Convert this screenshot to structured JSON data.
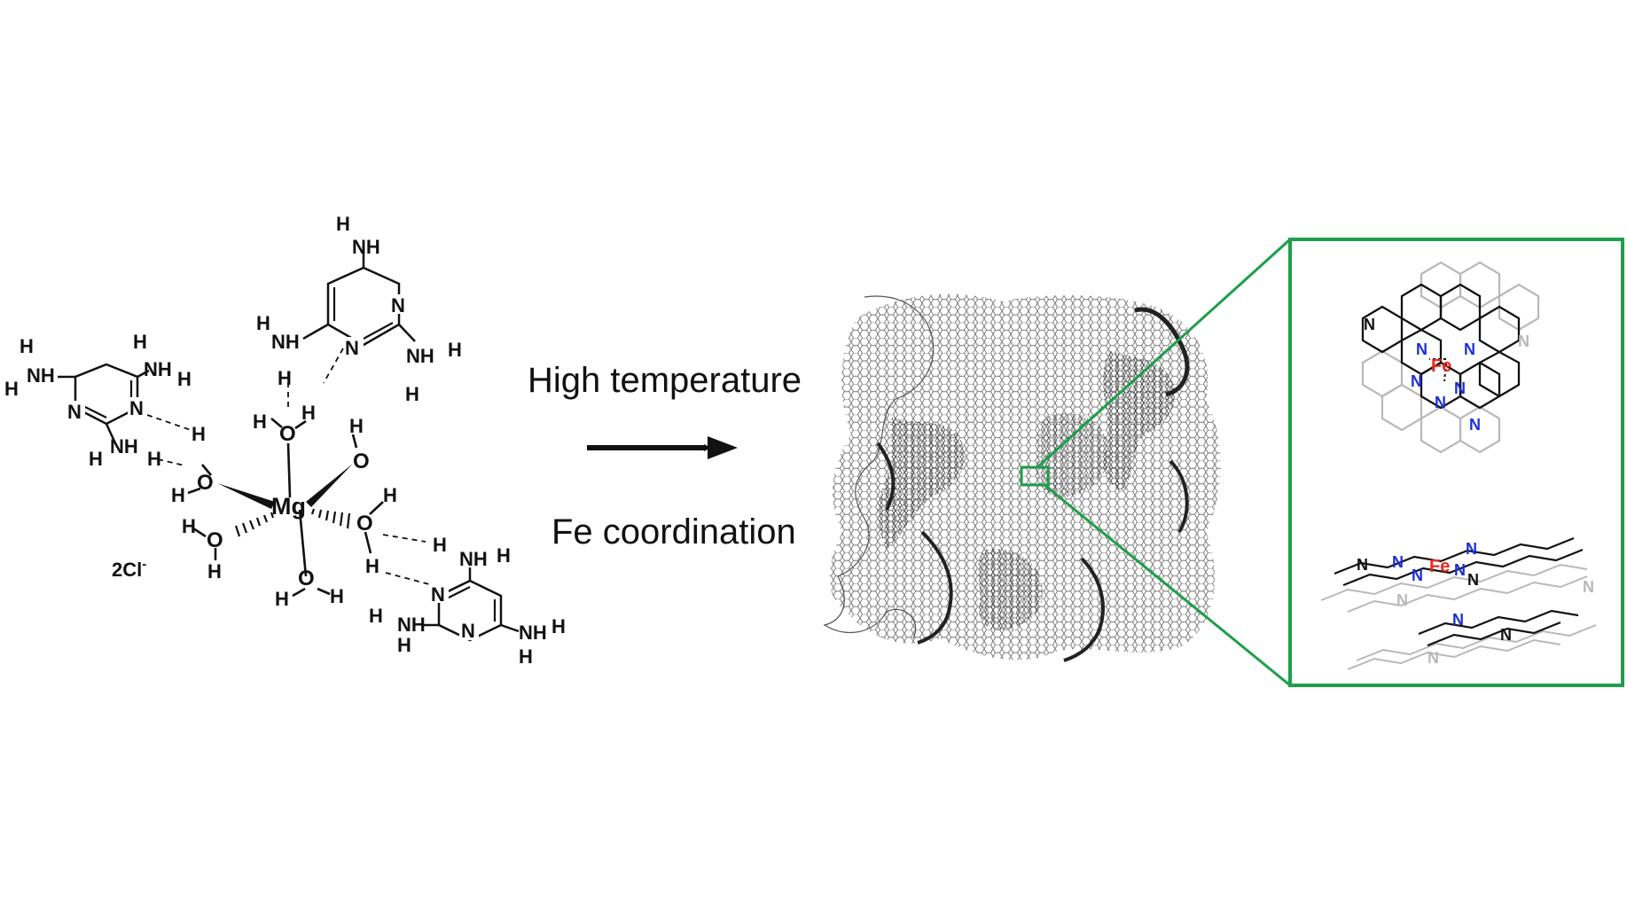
{
  "conditions": {
    "line1": "High temperature",
    "line2": "Fe coordination"
  },
  "complex": {
    "center_metal": "Mg",
    "counter_ion": "2Cl",
    "counter_ion_charge": "-",
    "ligand_atom": "O",
    "hydrogen": "H",
    "ring_nitrogen": "N",
    "amine_group": "NH"
  },
  "inset": {
    "metal": "Fe",
    "nitrogen": "N"
  },
  "colors": {
    "frame": "#1e9e4a",
    "nitrogen": "#1a2fd6",
    "iron": "#e8281f",
    "graphene": "#333333",
    "faint_ring": "#b8b8b8"
  }
}
